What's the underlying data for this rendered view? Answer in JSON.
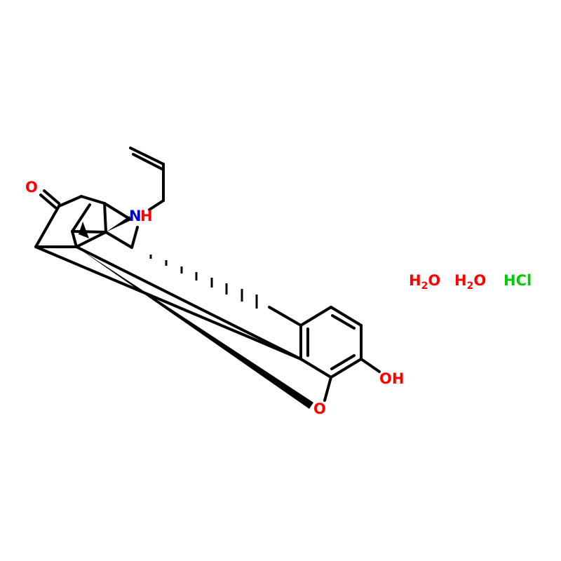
{
  "molecule": {
    "atoms": {
      "oxygen_ketone": "O",
      "nitrogen": "N",
      "nitrogen_h": "H",
      "oxygen_ether": "O",
      "hydroxyl": "OH"
    },
    "components": [
      {
        "symbol": "H",
        "subscript": "2",
        "tail": "O",
        "color": "#ff0000"
      },
      {
        "symbol": "H",
        "subscript": "2",
        "tail": "O",
        "color": "#ff0000"
      },
      {
        "symbol": "HCl",
        "subscript": "",
        "tail": "",
        "color": "#00cc00"
      }
    ],
    "colors": {
      "bond": "#000000",
      "oxygen": "#ff0000",
      "nitrogen": "#0000cc",
      "chlorine": "#00cc00"
    }
  }
}
